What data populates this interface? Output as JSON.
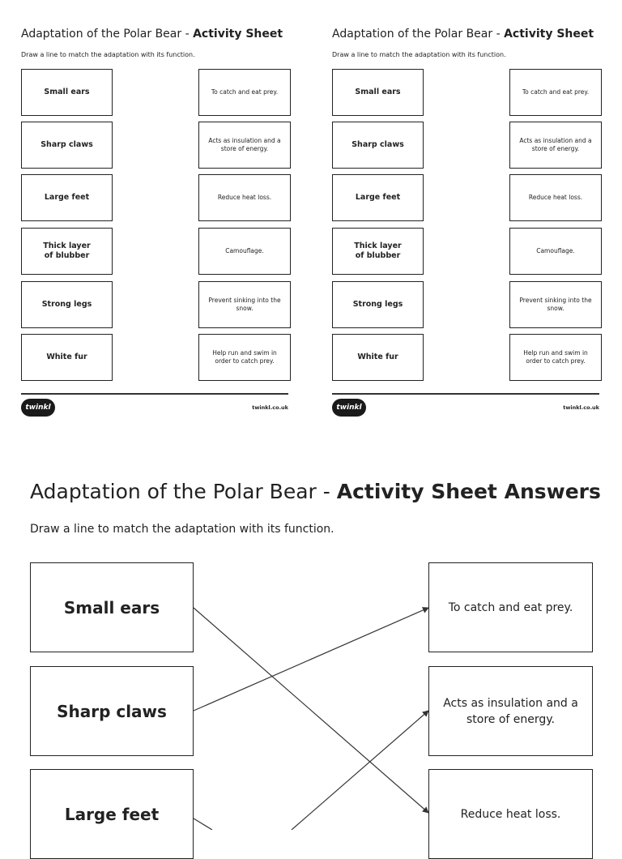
{
  "small_sheet": {
    "title_plain": "Adaptation of the Polar Bear - ",
    "title_bold": "Activity Sheet",
    "instruction": "Draw a line to match the adaptation with its function.",
    "adaptations": [
      "Small ears",
      "Sharp claws",
      "Large feet",
      "Thick layer\nof blubber",
      "Strong legs",
      "White fur"
    ],
    "functions": [
      "To catch and eat prey.",
      "Acts as insulation and a store of energy.",
      "Reduce heat loss.",
      "Camouflage.",
      "Prevent sinking into the snow.",
      "Help run and swim in order to catch prey."
    ],
    "logo_text": "twinkl",
    "site": "twinkl.co.uk"
  },
  "answer_sheet": {
    "title_plain": "Adaptation of the Polar Bear - ",
    "title_bold": "Activity Sheet Answers",
    "instruction": "Draw a line to match the adaptation with its function.",
    "adaptations": [
      "Small ears",
      "Sharp claws",
      "Large feet"
    ],
    "functions": [
      "To catch and eat prey.",
      "Acts as insulation and a store of energy.",
      "Reduce heat loss."
    ]
  }
}
